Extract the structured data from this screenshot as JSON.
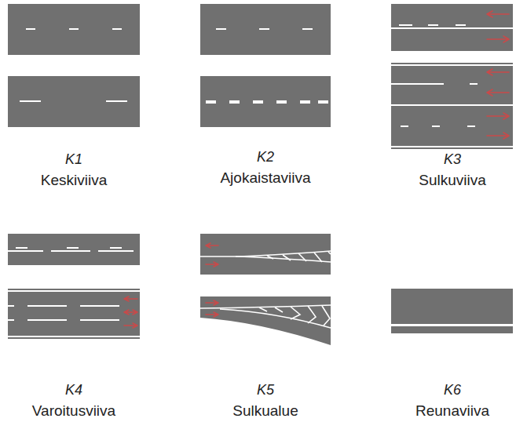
{
  "diagram": {
    "labels": [
      "K1",
      "Keskiviiva",
      "K2",
      "Ajokaistaviiva",
      "K3",
      "Sulkuviiva",
      "K4",
      "Varoitusviiva",
      "K5",
      "Sulkualue",
      "K6",
      "Reunaviiva"
    ]
  }
}
